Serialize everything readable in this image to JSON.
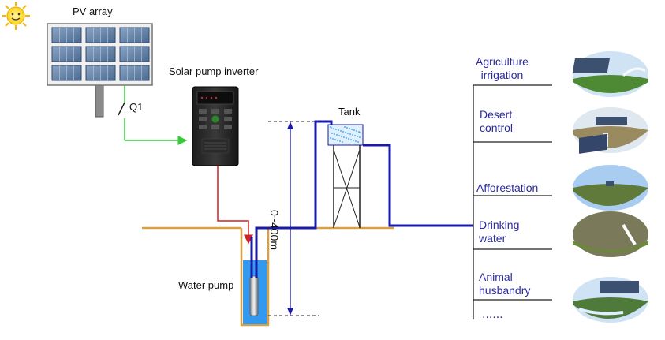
{
  "labels": {
    "pv_array": "PV array",
    "switch": "Q1",
    "inverter": "Solar pump inverter",
    "tank": "Tank",
    "depth": "0~400m",
    "water_pump": "Water pump",
    "more": "......"
  },
  "applications": [
    {
      "line1": "Agriculture",
      "line2": "irrigation"
    },
    {
      "line1": "Desert",
      "line2": "control"
    },
    {
      "line1": "Afforestation",
      "line2": ""
    },
    {
      "line1": "Drinking",
      "line2": "water"
    },
    {
      "line1": "Animal",
      "line2": "husbandry"
    }
  ],
  "colors": {
    "pipe": "#1a1aa8",
    "dc_wire": "#33cc33",
    "ac_wire": "#cc2222",
    "ground": "#d9a040",
    "water": "#3399ee",
    "text_blue": "#2a2aa0"
  }
}
